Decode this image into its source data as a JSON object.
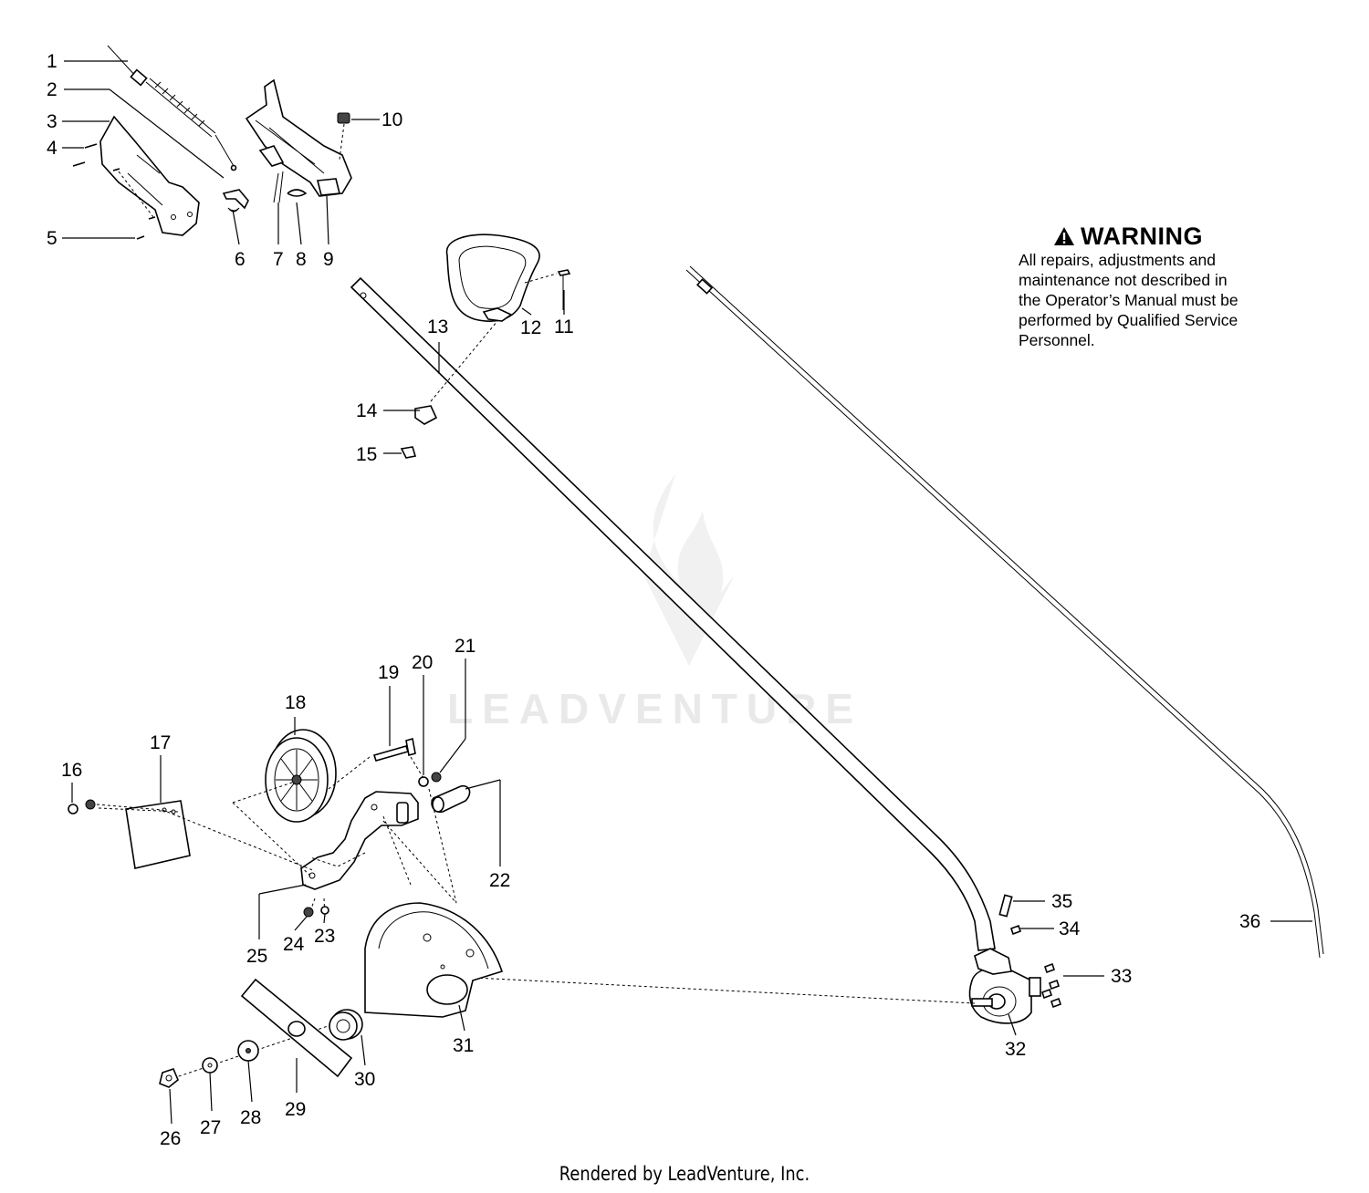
{
  "warning": {
    "title": "WARNING",
    "text": "All repairs, adjustments and\nmaintenance not described in\nthe Operator’s Manual must be\nperformed by Qualified Service\nPersonnel."
  },
  "footer": "Rendered by LeadVenture, Inc.",
  "watermark": "LEADVENTURE",
  "callouts": {
    "c1": "1",
    "c2": "2",
    "c3": "3",
    "c4": "4",
    "c5": "5",
    "c6": "6",
    "c7": "7",
    "c8": "8",
    "c9": "9",
    "c10": "10",
    "c11": "11",
    "c12": "12",
    "c13": "13",
    "c14": "14",
    "c15": "15",
    "c16": "16",
    "c17": "17",
    "c18": "18",
    "c19": "19",
    "c20": "20",
    "c21": "21",
    "c22": "22",
    "c23": "23",
    "c24": "24",
    "c25": "25",
    "c26": "26",
    "c27": "27",
    "c28": "28",
    "c29": "29",
    "c30": "30",
    "c31": "31",
    "c32": "32",
    "c33": "33",
    "c34": "34",
    "c35": "35",
    "c36": "36"
  }
}
